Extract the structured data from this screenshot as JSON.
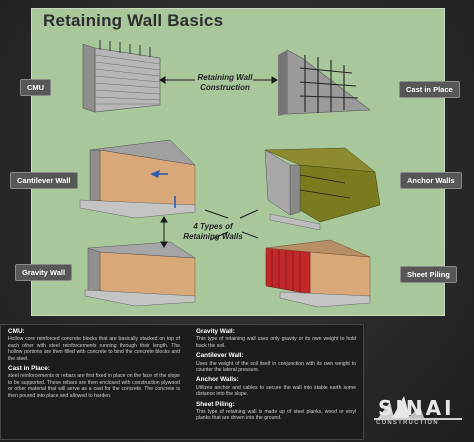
{
  "title": "Retaining Wall Basics",
  "labels": {
    "cmu": "CMU",
    "cast_in_place": "Cast in Place",
    "cantilever_wall": "Cantilever Wall",
    "anchor_walls": "Anchor Walls",
    "gravity_wall": "Gravity Wall",
    "sheet_piling": "Sheet Piling"
  },
  "center": {
    "construction_line1": "Retaining Wall",
    "construction_line2": "Construction",
    "types_line1": "4 Types of",
    "types_line2": "Retaining Walls"
  },
  "info": {
    "cmu_title": "CMU:",
    "cmu_text": "Hollow core reinforced concrete blocks that are basically stacked on top of each other with steel reinforcements running through their length. The hollow portions are then filled with concrete to bind the concrete blocks and the steel.",
    "cip_title": "Cast in Place:",
    "cip_text": "steel reinforcements or rebars are first fixed in place on the face of the slope to be supported. These rebars are then enclosed with construction plywood or other material that will serve as a cast for the concrete. The concrete is then poured into place and allowed to harden.",
    "gravity_title": "Gravity Wall:",
    "gravity_text": "This type of retaining wall uses only gravity or its own weight to hold back the soil.",
    "cantilever_title": "Cantilever Wall:",
    "cantilever_text": "Uses the weight of the soil itself in conjunction with its own weight to counter the lateral pressure.",
    "anchor_title": "Anchor Walls:",
    "anchor_text": "Utilizes anchor and cables to secure the wall into stable earth some distance into the slope.",
    "sheet_title": "Sheet Piling:",
    "sheet_text": "This type of retaining wall is made up of steel planks, wood or vinyl planks that are driven into the ground."
  },
  "logo": {
    "name": "SINAI",
    "subtitle": "CONSTRUCTION"
  },
  "colors": {
    "panel_green": "#a8c89c",
    "soil": "#d9a878",
    "concrete": "#8f8f8f",
    "anchor_soil": "#7a7a1e",
    "sheet_red": "#c0282a"
  }
}
